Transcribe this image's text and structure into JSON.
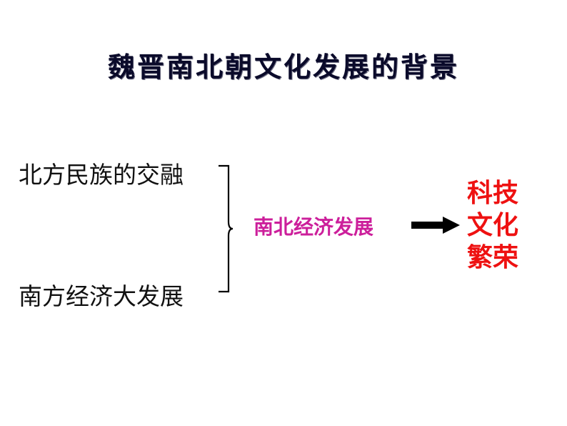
{
  "title": "魏晋南北朝文化发展的背景",
  "left_items": [
    "北方民族的交融",
    "南方经济大发展"
  ],
  "middle_label": "南北经济发展",
  "result_lines": [
    "科技",
    "文化",
    "繁荣"
  ],
  "colors": {
    "title": "#0a0a2a",
    "left_text": "#111111",
    "middle_text": "#cc1f9b",
    "result_text": "#ee1111",
    "lines": "#000000"
  }
}
